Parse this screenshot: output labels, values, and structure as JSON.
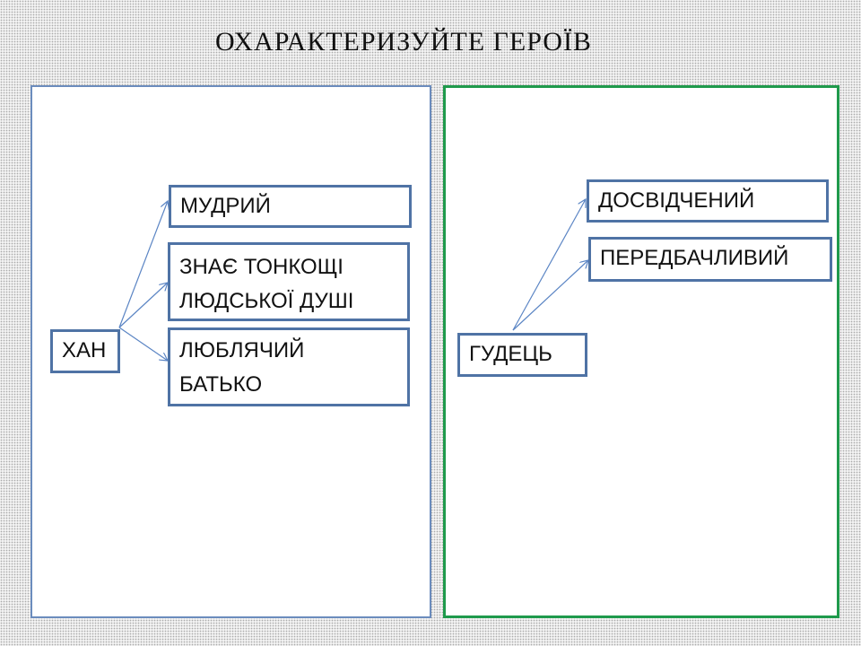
{
  "slide": {
    "title": "ОХАРАКТЕРИЗУЙТЕ ГЕРОЇВ"
  },
  "left_panel": {
    "hero": "ХАН",
    "traits": [
      {
        "line1": "МУДРИЙ",
        "line2": ""
      },
      {
        "line1": "ЗНАЄ ТОНКОЩІ",
        "line2": "ЛЮДСЬКОЇ ДУШІ"
      },
      {
        "line1": "ЛЮБЛЯЧИЙ",
        "line2": "БАТЬКО"
      }
    ]
  },
  "right_panel": {
    "hero": "ГУДЕЦЬ",
    "traits": [
      {
        "line1": "ДОСВІДЧЕНИЙ"
      },
      {
        "line1": "ПЕРЕДБАЧЛИВИЙ"
      }
    ]
  },
  "colors": {
    "left_border": "#6b8cbd",
    "right_border": "#1f9a4c",
    "box_border": "#4f73a5",
    "arrow": "#5b85c4"
  }
}
